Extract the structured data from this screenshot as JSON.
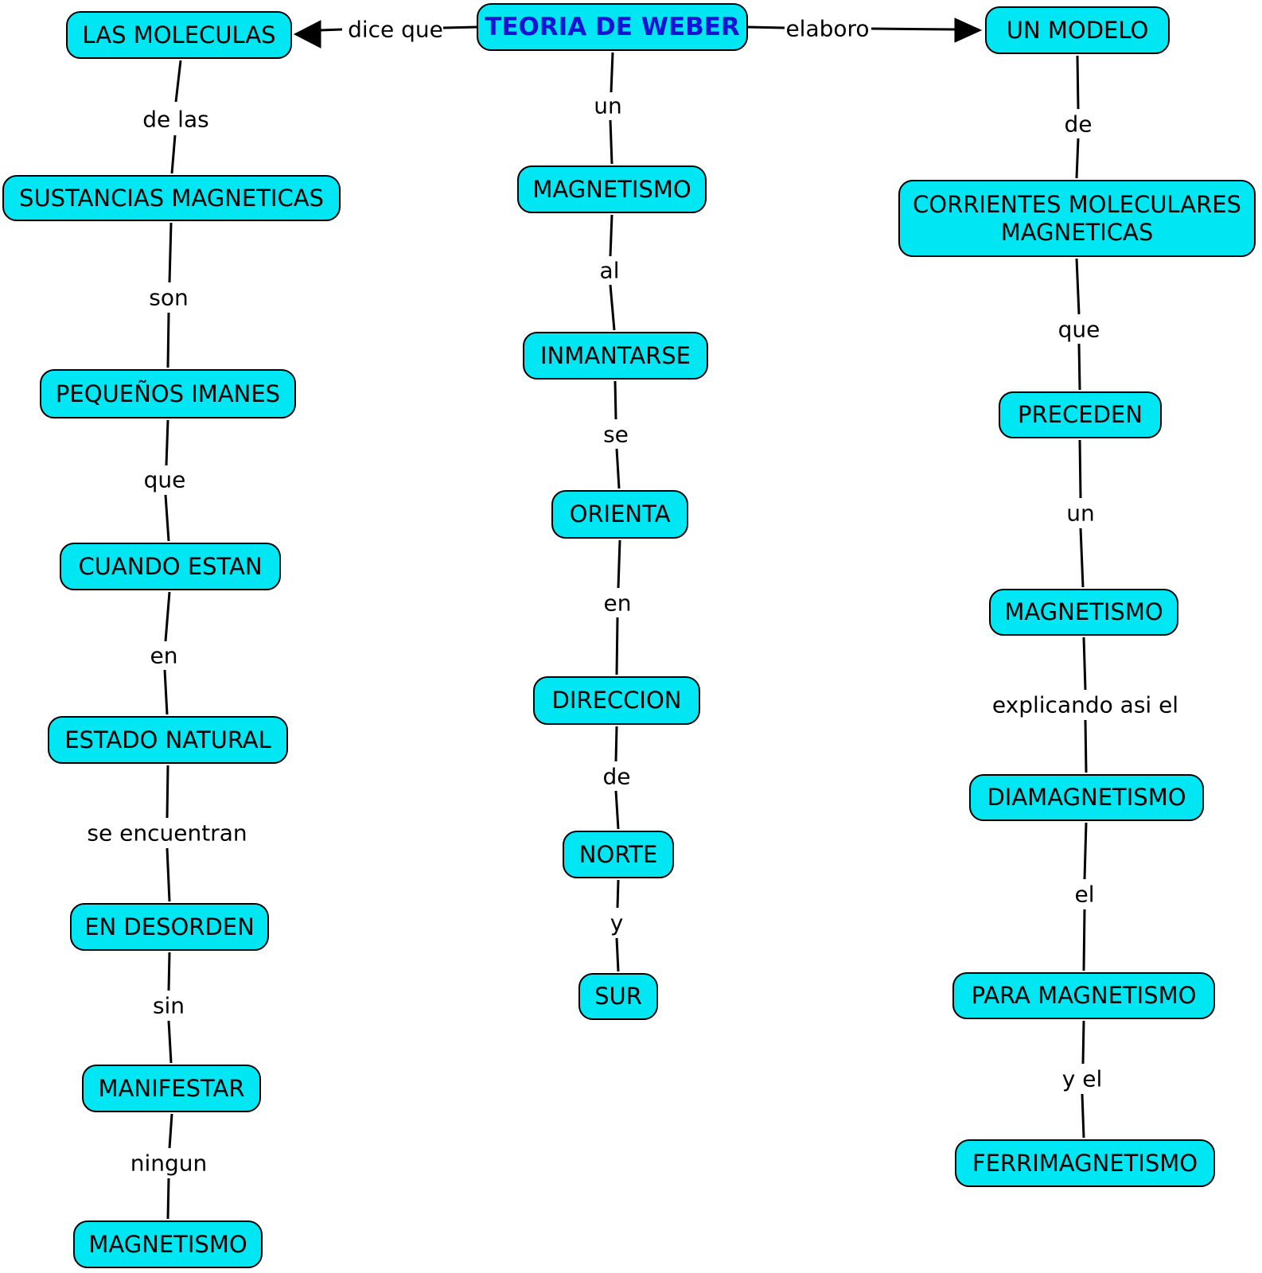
{
  "diagram": {
    "root": "TEORIA DE WEBER",
    "root_links": {
      "to_left": "dice que",
      "to_right": "elaboro"
    },
    "left": {
      "nodes": [
        "LAS MOLECULAS",
        "SUSTANCIAS MAGNETICAS",
        "PEQUEÑOS IMANES",
        "CUANDO ESTAN",
        "ESTADO NATURAL",
        "EN DESORDEN",
        "MANIFESTAR",
        "MAGNETISMO"
      ],
      "links": [
        "de las",
        "son",
        "que",
        "en",
        "se encuentran",
        "sin",
        "ningun"
      ]
    },
    "center": {
      "nodes": [
        "MAGNETISMO",
        "INMANTARSE",
        "ORIENTA",
        "DIRECCION",
        "NORTE",
        "SUR"
      ],
      "links": [
        "un",
        "al",
        "se",
        "en",
        "de",
        "y"
      ]
    },
    "right": {
      "nodes": [
        "UN MODELO",
        "CORRIENTES MOLECULARES MAGNETICAS",
        "PRECEDEN",
        "MAGNETISMO",
        "DIAMAGNETISMO",
        "PARA MAGNETISMO",
        "FERRIMAGNETISMO"
      ],
      "links": [
        "de",
        "que",
        "un",
        "explicando asi el",
        "el",
        "y el"
      ]
    },
    "colors": {
      "node_fill": "#00e6f2",
      "node_border": "#000000",
      "root_text": "#1414d2",
      "text": "#000000",
      "background": "#ffffff"
    }
  }
}
